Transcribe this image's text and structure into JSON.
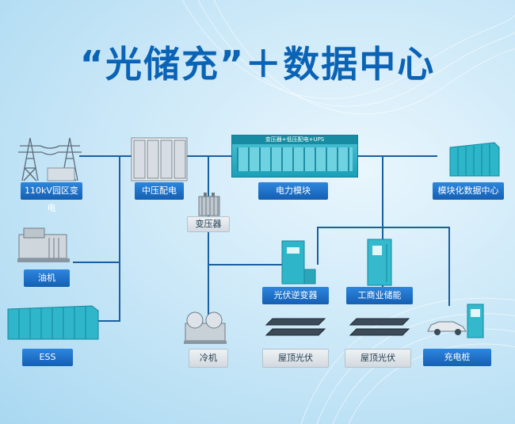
{
  "title": "“光储充”＋数据中心",
  "nodes": {
    "substation": "110kV园区变电",
    "mv_switchgear": "中压配电",
    "transformer": "变压器",
    "power_module": "电力模块",
    "power_module_header": "变压器+低压配电+UPS",
    "modular_dc": "模块化数据中心",
    "diesel": "油机",
    "ess": "ESS",
    "chiller": "冷机",
    "pv_inverter": "光伏逆变器",
    "ci_storage": "工商业储能",
    "rooftop_pv_1": "屋顶光伏",
    "rooftop_pv_2": "屋顶光伏",
    "charger": "充电桩"
  },
  "colors": {
    "title": "#0b63b6",
    "label_bg": "#1f73cc",
    "wire": "#1a5fa0",
    "equipment": "#27b3c8"
  }
}
